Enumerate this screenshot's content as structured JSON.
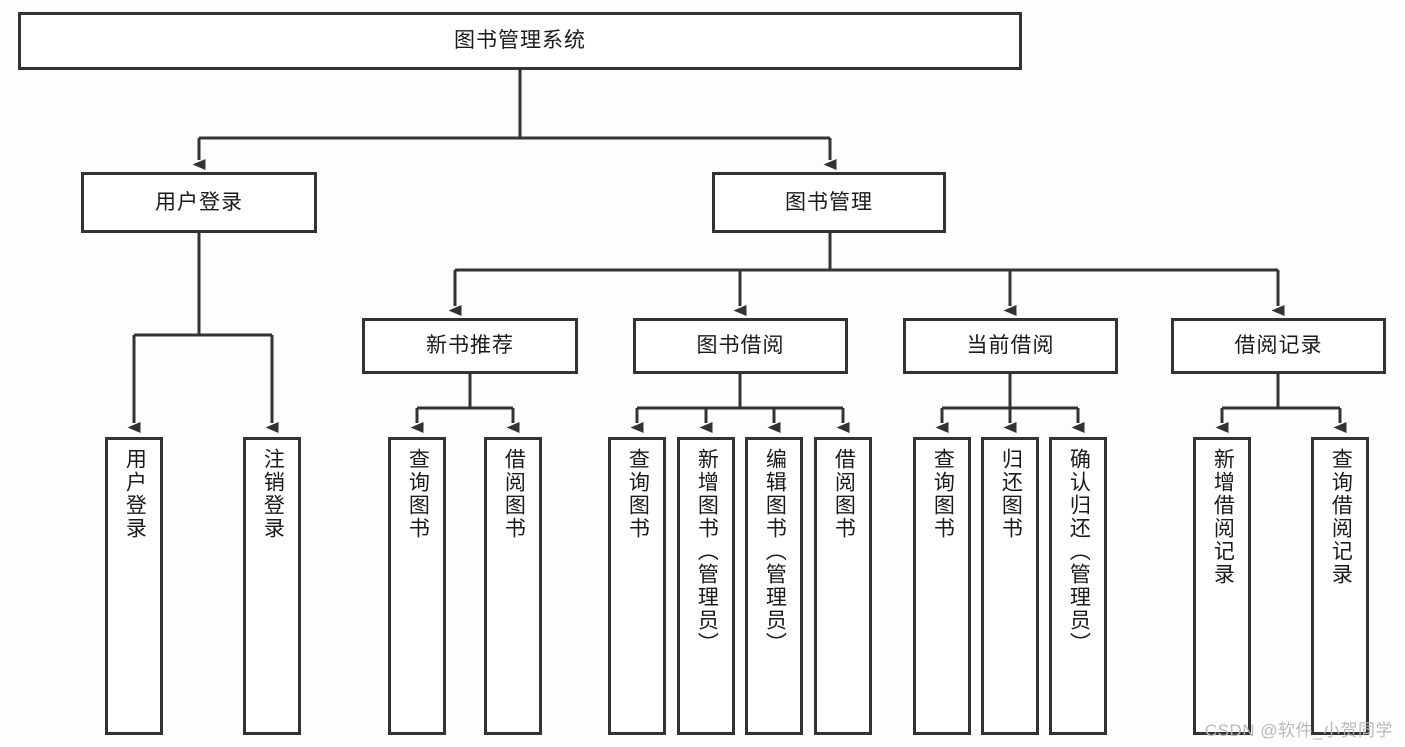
{
  "diagram": {
    "title": "图书管理系统",
    "watermark": "CSDN @软件_小贺同学",
    "colors": {
      "border": "#333333",
      "fill": "#ffffff",
      "background": "#fdfdfd",
      "text": "#1a1a1a",
      "watermark": "#b9b9b9"
    },
    "nodes": {
      "root": {
        "label": "图书管理系统"
      },
      "level2": [
        {
          "label": "用户登录"
        },
        {
          "label": "图书管理"
        }
      ],
      "level3": [
        {
          "label": "新书推荐"
        },
        {
          "label": "图书借阅"
        },
        {
          "label": "当前借阅"
        },
        {
          "label": "借阅记录"
        }
      ],
      "leaves": {
        "user_login": [
          {
            "label": "用户登录"
          },
          {
            "label": "注销登录"
          }
        ],
        "new_book_recommend": [
          {
            "label": "查询图书"
          },
          {
            "label": "借阅图书"
          }
        ],
        "book_borrow": [
          {
            "label": "查询图书"
          },
          {
            "label": "新增图书（管理员）"
          },
          {
            "label": "编辑图书（管理员）"
          },
          {
            "label": "借阅图书"
          }
        ],
        "current_borrow": [
          {
            "label": "查询图书"
          },
          {
            "label": "归还图书"
          },
          {
            "label": "确认归还（管理员）"
          }
        ],
        "borrow_record": [
          {
            "label": "新增借阅记录"
          },
          {
            "label": "查询借阅记录"
          }
        ]
      }
    }
  }
}
